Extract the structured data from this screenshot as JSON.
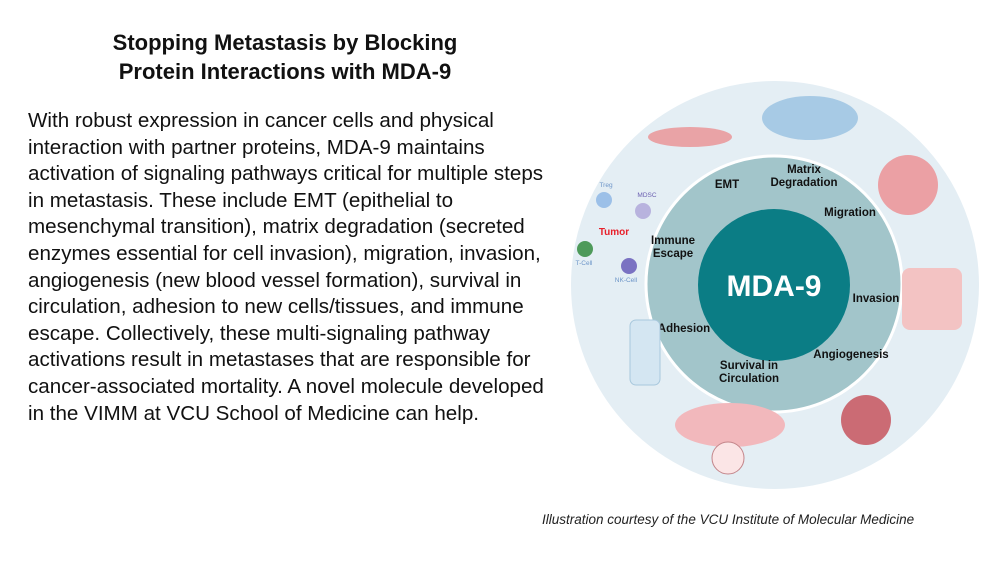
{
  "title_lines": [
    "Stopping Metastasis by Blocking",
    "Protein Interactions with MDA-9"
  ],
  "body_text": "With robust expression in cancer cells and physical interaction with partner proteins, MDA-9 maintains activation of signaling pathways critical for multiple steps in metastasis. These include EMT (epithelial to mesenchymal transition), matrix degradation (secreted enzymes essential for cell invasion), migration, invasion, angiogenesis (new blood vessel formation), survival in circulation, adhesion to new cells/tissues, and immune escape. Collectively, these multi-signaling pathway activations result in metastases that are responsible for cancer-associated mortality. A novel molecule developed in the VIMM at VCU School of Medicine can help.",
  "credit": "Illustration courtesy of the VCU Institute of Molecular Medicine",
  "diagram": {
    "center": "MDA-9",
    "steps": {
      "emt": "EMT",
      "matrix": [
        "Matrix",
        "Degradation"
      ],
      "migration": "Migration",
      "invasion": "Invasion",
      "angiogenesis": "Angiogenesis",
      "survival": [
        "Survival in",
        "Circulation"
      ],
      "adhesion": "Adhesion",
      "immune": [
        "Immune",
        "Escape"
      ]
    },
    "immune_cells": {
      "treg": "Treg",
      "mdsc": "MDSC",
      "tumor": "Tumor",
      "tcell": "T-Cell",
      "nkcell": "NK-Cell"
    },
    "colors": {
      "outer": "#e4eef4",
      "middle": "#a2c5ca",
      "inner": "#0b7d85",
      "tumor": "#e8202a"
    }
  }
}
